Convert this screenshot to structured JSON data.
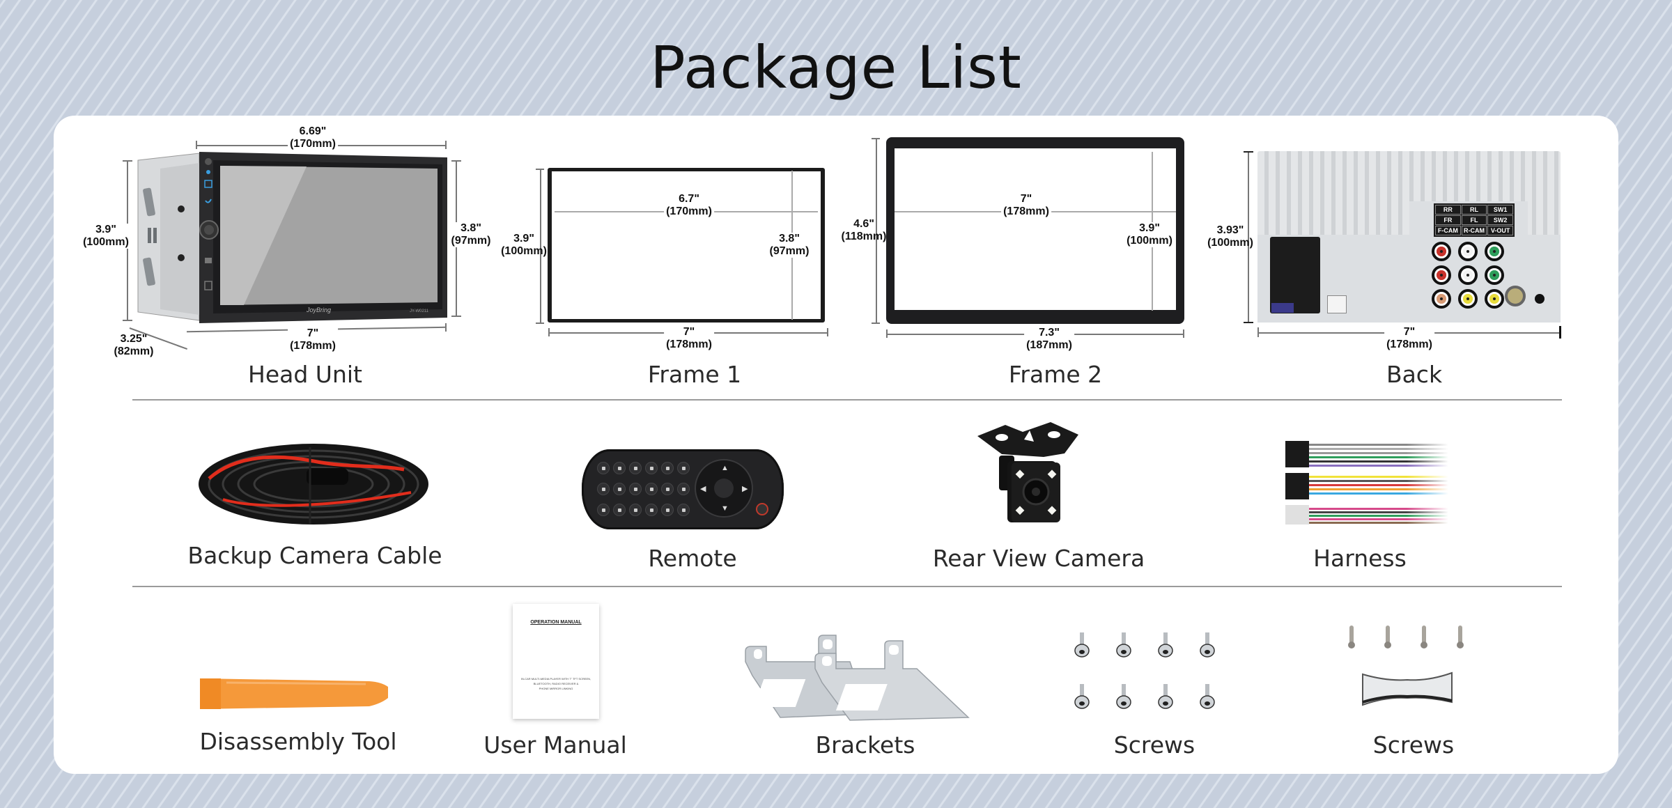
{
  "title": "Package List",
  "row1": {
    "head_unit": {
      "label": "Head Unit",
      "brand": "JoyBring",
      "model": "JY-W0211",
      "dims": {
        "top_width": {
          "in": "6.69\"",
          "mm": "(170mm)"
        },
        "left_height": {
          "in": "3.9\"",
          "mm": "(100mm)"
        },
        "right_height": {
          "in": "3.8\"",
          "mm": "(97mm)"
        },
        "depth": {
          "in": "3.25\"",
          "mm": "(82mm)"
        },
        "bottom_width": {
          "in": "7\"",
          "mm": "(178mm)"
        }
      }
    },
    "frame1": {
      "label": "Frame 1",
      "dims": {
        "inner_width": {
          "in": "6.7\"",
          "mm": "(170mm)"
        },
        "left_height": {
          "in": "3.9\"",
          "mm": "(100mm)"
        },
        "inner_height": {
          "in": "3.8\"",
          "mm": "(97mm)"
        },
        "bottom_width": {
          "in": "7\"",
          "mm": "(178mm)"
        }
      }
    },
    "frame2": {
      "label": "Frame 2",
      "dims": {
        "inner_width": {
          "in": "7\"",
          "mm": "(178mm)"
        },
        "left_height": {
          "in": "4.6\"",
          "mm": "(118mm)"
        },
        "inner_height": {
          "in": "3.9\"",
          "mm": "(100mm)"
        },
        "bottom_width": {
          "in": "7.3\"",
          "mm": "(187mm)"
        }
      }
    },
    "back": {
      "label": "Back",
      "port_table": [
        [
          "RR",
          "RL",
          "SW1"
        ],
        [
          "FR",
          "FL",
          "SW2"
        ],
        [
          "F-CAM",
          "R-CAM",
          "V-OUT"
        ]
      ],
      "rca_colors": [
        [
          "#c8332c",
          "#f2f2f2",
          "#2e9e5b"
        ],
        [
          "#c8332c",
          "#f2f2f2",
          "#2e9e5b"
        ],
        [
          "#d79a74",
          "#e8dc3c",
          "#e8dc3c"
        ]
      ],
      "dims": {
        "height": {
          "in": "3.93\"",
          "mm": "(100mm)"
        },
        "width": {
          "in": "7\"",
          "mm": "(178mm)"
        }
      }
    }
  },
  "row2": [
    {
      "label": "Backup Camera Cable"
    },
    {
      "label": "Remote"
    },
    {
      "label": "Rear View Camera"
    },
    {
      "label": "Harness",
      "wire_colors": [
        [
          "#888888",
          "#aaaaaa",
          "#999999",
          "#2e9e5b",
          "#333333",
          "#8a6fc0"
        ],
        [
          "#f1e23a",
          "#555555",
          "#d83a3a",
          "#f0a030",
          "#3aa8e0"
        ],
        [
          "#d64a8a",
          "#444444",
          "#2e9e5b",
          "#d64a8a",
          "#8a6a50"
        ]
      ]
    }
  ],
  "row3": [
    {
      "label": "Disassembly Tool"
    },
    {
      "label": "User Manual",
      "manual_title": "OPERATION MANUAL",
      "manual_lines": [
        "IN-CAR MULTI-MEDIA PLAYER WITH 7\" TFT SCREEN,",
        "BLUETOOTH, RADIO RECEIVER &",
        "PHONE MIRROR LINKING"
      ]
    },
    {
      "label": "Brackets"
    },
    {
      "label": "Screws",
      "count": 8
    },
    {
      "label": "Screws",
      "count": 4
    }
  ],
  "colors": {
    "background": "#c6cfdd",
    "stripe": "#dbe2ec",
    "card": "#ffffff",
    "tool_orange": "#f59a3a",
    "divider": "#9a9a9a"
  }
}
